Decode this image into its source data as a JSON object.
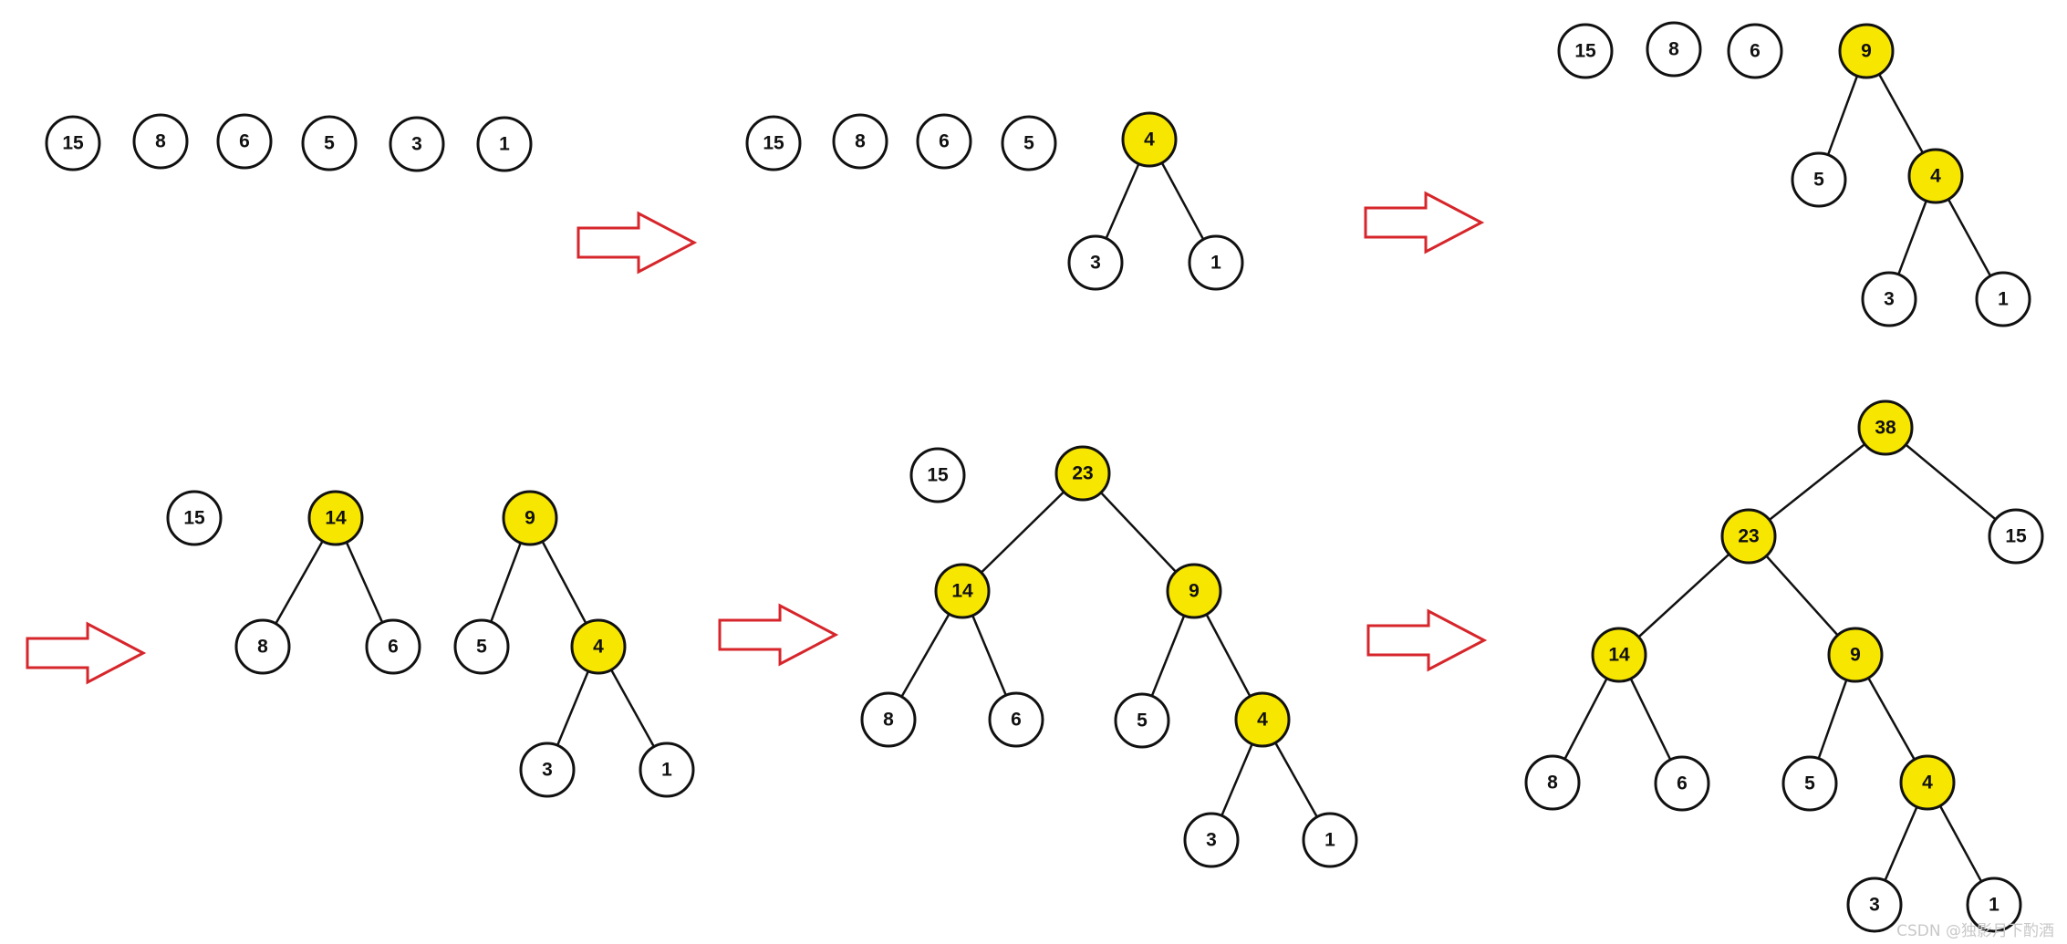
{
  "colors": {
    "internal_fill": "#f7e600",
    "leaf_fill": "#ffffff",
    "stroke": "#111111",
    "arrow": "#d6262b"
  },
  "watermark": "CSDN @独影月下酌酒",
  "stages": [
    {
      "nodes": [
        {
          "id": "a15",
          "label": "15",
          "internal": false
        },
        {
          "id": "a8",
          "label": "8",
          "internal": false
        },
        {
          "id": "a6",
          "label": "6",
          "internal": false
        },
        {
          "id": "a5",
          "label": "5",
          "internal": false
        },
        {
          "id": "a3",
          "label": "3",
          "internal": false
        },
        {
          "id": "a1",
          "label": "1",
          "internal": false
        }
      ],
      "edges": []
    },
    {
      "nodes": [
        {
          "id": "b15",
          "label": "15",
          "internal": false
        },
        {
          "id": "b8",
          "label": "8",
          "internal": false
        },
        {
          "id": "b6",
          "label": "6",
          "internal": false
        },
        {
          "id": "b5",
          "label": "5",
          "internal": false
        },
        {
          "id": "b4",
          "label": "4",
          "internal": true
        },
        {
          "id": "b3",
          "label": "3",
          "internal": false
        },
        {
          "id": "b1",
          "label": "1",
          "internal": false
        }
      ],
      "edges": [
        [
          "b4",
          "b3"
        ],
        [
          "b4",
          "b1"
        ]
      ]
    },
    {
      "nodes": [
        {
          "id": "c15",
          "label": "15",
          "internal": false
        },
        {
          "id": "c8",
          "label": "8",
          "internal": false
        },
        {
          "id": "c6",
          "label": "6",
          "internal": false
        },
        {
          "id": "c9",
          "label": "9",
          "internal": true
        },
        {
          "id": "c5",
          "label": "5",
          "internal": false
        },
        {
          "id": "c4",
          "label": "4",
          "internal": true
        },
        {
          "id": "c3",
          "label": "3",
          "internal": false
        },
        {
          "id": "c1",
          "label": "1",
          "internal": false
        }
      ],
      "edges": [
        [
          "c9",
          "c5"
        ],
        [
          "c9",
          "c4"
        ],
        [
          "c4",
          "c3"
        ],
        [
          "c4",
          "c1"
        ]
      ]
    },
    {
      "nodes": [
        {
          "id": "d15",
          "label": "15",
          "internal": false
        },
        {
          "id": "d14",
          "label": "14",
          "internal": true
        },
        {
          "id": "d8",
          "label": "8",
          "internal": false
        },
        {
          "id": "d6",
          "label": "6",
          "internal": false
        },
        {
          "id": "d9",
          "label": "9",
          "internal": true
        },
        {
          "id": "d5",
          "label": "5",
          "internal": false
        },
        {
          "id": "d4",
          "label": "4",
          "internal": true
        },
        {
          "id": "d3",
          "label": "3",
          "internal": false
        },
        {
          "id": "d1",
          "label": "1",
          "internal": false
        }
      ],
      "edges": [
        [
          "d14",
          "d8"
        ],
        [
          "d14",
          "d6"
        ],
        [
          "d9",
          "d5"
        ],
        [
          "d9",
          "d4"
        ],
        [
          "d4",
          "d3"
        ],
        [
          "d4",
          "d1"
        ]
      ]
    },
    {
      "nodes": [
        {
          "id": "e15",
          "label": "15",
          "internal": false
        },
        {
          "id": "e23",
          "label": "23",
          "internal": true
        },
        {
          "id": "e14",
          "label": "14",
          "internal": true
        },
        {
          "id": "e9",
          "label": "9",
          "internal": true
        },
        {
          "id": "e8",
          "label": "8",
          "internal": false
        },
        {
          "id": "e6",
          "label": "6",
          "internal": false
        },
        {
          "id": "e5",
          "label": "5",
          "internal": false
        },
        {
          "id": "e4",
          "label": "4",
          "internal": true
        },
        {
          "id": "e3",
          "label": "3",
          "internal": false
        },
        {
          "id": "e1",
          "label": "1",
          "internal": false
        }
      ],
      "edges": [
        [
          "e23",
          "e14"
        ],
        [
          "e23",
          "e9"
        ],
        [
          "e14",
          "e8"
        ],
        [
          "e14",
          "e6"
        ],
        [
          "e9",
          "e5"
        ],
        [
          "e9",
          "e4"
        ],
        [
          "e4",
          "e3"
        ],
        [
          "e4",
          "e1"
        ]
      ]
    },
    {
      "nodes": [
        {
          "id": "f38",
          "label": "38",
          "internal": true
        },
        {
          "id": "f23",
          "label": "23",
          "internal": true
        },
        {
          "id": "f15",
          "label": "15",
          "internal": false
        },
        {
          "id": "f14",
          "label": "14",
          "internal": true
        },
        {
          "id": "f9",
          "label": "9",
          "internal": true
        },
        {
          "id": "f8",
          "label": "8",
          "internal": false
        },
        {
          "id": "f6",
          "label": "6",
          "internal": false
        },
        {
          "id": "f5",
          "label": "5",
          "internal": false
        },
        {
          "id": "f4",
          "label": "4",
          "internal": true
        },
        {
          "id": "f3",
          "label": "3",
          "internal": false
        },
        {
          "id": "f1",
          "label": "1",
          "internal": false
        }
      ],
      "edges": [
        [
          "f38",
          "f23"
        ],
        [
          "f38",
          "f15"
        ],
        [
          "f23",
          "f14"
        ],
        [
          "f23",
          "f9"
        ],
        [
          "f14",
          "f8"
        ],
        [
          "f14",
          "f6"
        ],
        [
          "f9",
          "f5"
        ],
        [
          "f9",
          "f4"
        ],
        [
          "f4",
          "f3"
        ],
        [
          "f4",
          "f1"
        ]
      ]
    }
  ]
}
